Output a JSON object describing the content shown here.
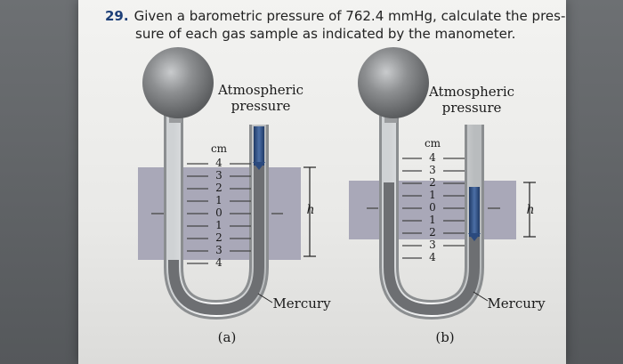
{
  "question": {
    "number": "29.",
    "line1": "Given a barometric pressure of 762.4 mmHg, calculate the pres-",
    "line2": "sure of each gas sample as indicated by the manometer."
  },
  "figures": [
    {
      "id": "a",
      "caption": "(a)",
      "atmospheric_label_1": "Atmospheric",
      "atmospheric_label_2": "pressure",
      "unit_label": "cm",
      "scale_ticks": [
        "4",
        "3",
        "2",
        "1",
        "0",
        "1",
        "2",
        "3",
        "4"
      ],
      "height_label": "h",
      "mercury_label": "Mercury"
    },
    {
      "id": "b",
      "caption": "(b)",
      "atmospheric_label_1": "Atmospheric",
      "atmospheric_label_2": "pressure",
      "unit_label": "cm",
      "scale_ticks": [
        "4",
        "3",
        "2",
        "1",
        "0",
        "1",
        "2",
        "3",
        "4"
      ],
      "height_label": "h",
      "mercury_label": "Mercury"
    }
  ],
  "colors": {
    "accent_number": "#1d3f78",
    "gas_bulb": "#7c7e80",
    "band": "#a9a8b8",
    "mercury_column": "#2b4a7e"
  }
}
